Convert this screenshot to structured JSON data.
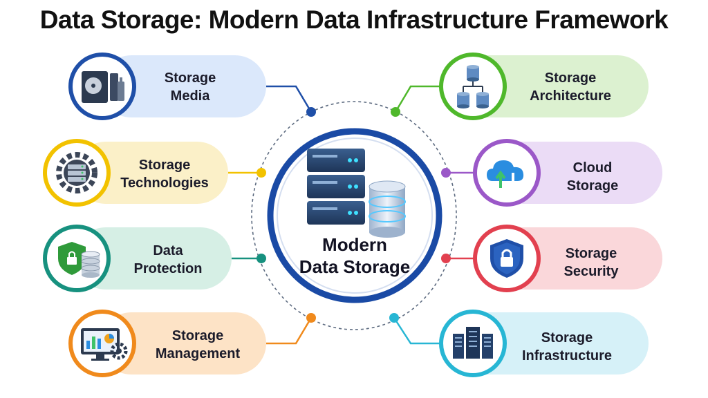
{
  "title": "Data Storage: Modern Data Infrastructure Framework",
  "center": {
    "label": "Modern\nData Storage"
  },
  "nodes": {
    "storage_media": {
      "label": "Storage\nMedia",
      "color": "#1f4fa8",
      "pill": "#dbe8fb",
      "icon": "hard-drive-icon"
    },
    "storage_technologies": {
      "label": "Storage\nTechnologies",
      "color": "#f2c200",
      "pill": "#fbf0c8",
      "icon": "gear-server-icon"
    },
    "data_protection": {
      "label": "Data\nProtection",
      "color": "#17917f",
      "pill": "#d6efe5",
      "icon": "shield-lock-icon"
    },
    "storage_management": {
      "label": "Storage\nManagement",
      "color": "#f08a1c",
      "pill": "#fde3c6",
      "icon": "monitor-dashboard-icon"
    },
    "storage_architecture": {
      "label": "Storage\nArchitecture",
      "color": "#4fb82b",
      "pill": "#dcf1d0",
      "icon": "database-hierarchy-icon"
    },
    "cloud_storage": {
      "label": "Cloud\nStorage",
      "color": "#9b58c8",
      "pill": "#ebdcf6",
      "icon": "cloud-sync-icon"
    },
    "storage_security": {
      "label": "Storage\nSecurity",
      "color": "#e2404f",
      "pill": "#fad7da",
      "icon": "shield-lock-icon"
    },
    "storage_infrastructure": {
      "label": "Storage\nInfrastructure",
      "color": "#27b6d4",
      "pill": "#d6f1f8",
      "icon": "server-racks-icon"
    }
  }
}
